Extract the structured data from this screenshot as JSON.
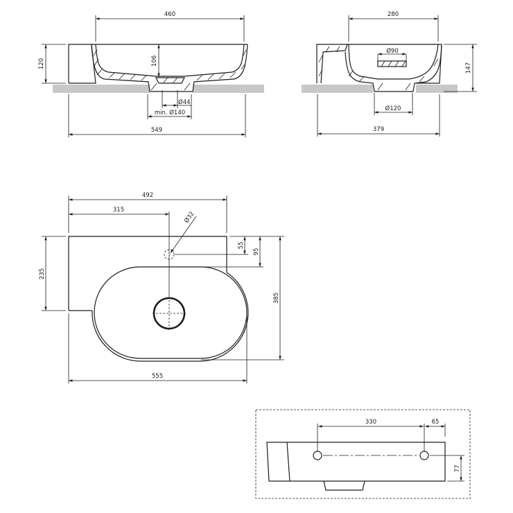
{
  "front_section": {
    "width_inner": "460",
    "height": "120",
    "depth": "106",
    "drain": "Ø44",
    "cutout": "min. Ø140",
    "width_total": "549"
  },
  "side_section": {
    "width_inner": "280",
    "height": "147",
    "overflow": "Ø90",
    "drain": "Ø120",
    "depth_total": "379"
  },
  "plan_view": {
    "back_width": "492",
    "tap_offset": "315",
    "tap_hole": "Ø32",
    "tap_from_back": "55",
    "bowl_from_back": "95",
    "left_depth": "235",
    "total_depth": "385",
    "total_width": "555"
  },
  "wall_view": {
    "fixing_spacing": "330",
    "fixing_edge": "65",
    "fixing_height": "77"
  },
  "colors": {
    "countertop": "#c8c8c8",
    "line": "#1a1a1a"
  }
}
